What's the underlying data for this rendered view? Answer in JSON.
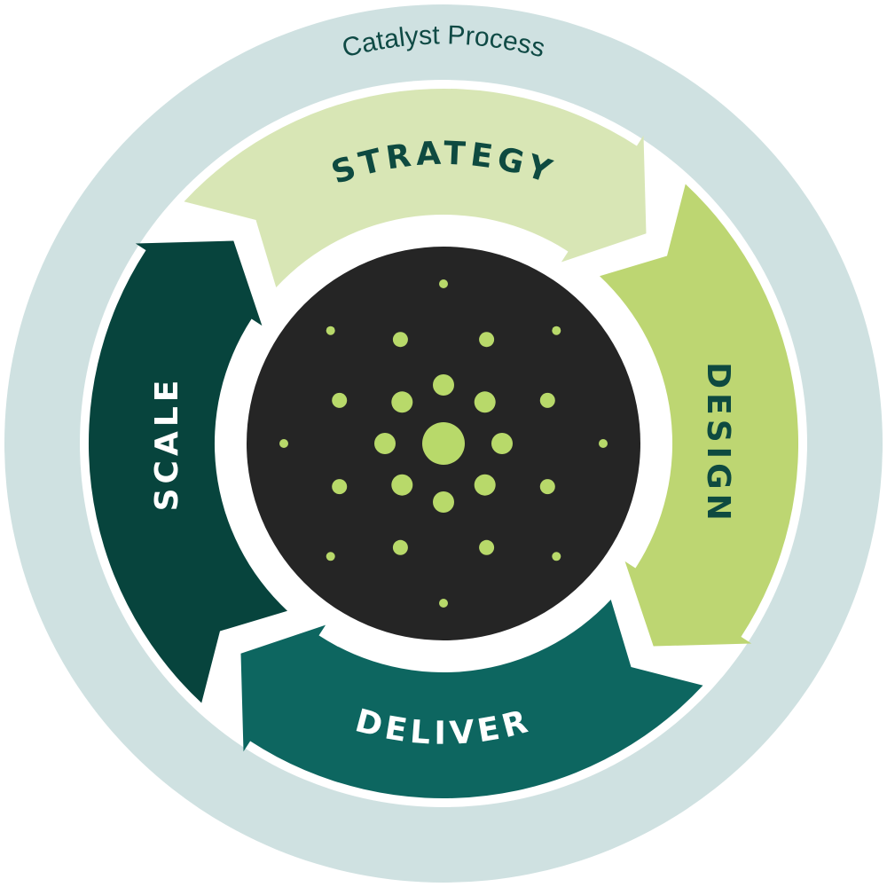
{
  "title": "Catalyst Process",
  "stages": [
    {
      "label": "STRATEGY",
      "color": "#d8e6b5",
      "text_color": "#0e4a40"
    },
    {
      "label": "DESIGN",
      "color": "#bdd672",
      "text_color": "#0e4a40"
    },
    {
      "label": "DELIVER",
      "color": "#0d6660",
      "text_color": "#ffffff"
    },
    {
      "label": "SCALE",
      "color": "#07443d",
      "text_color": "#ffffff"
    }
  ],
  "colors": {
    "outer_ring": "#cfe1e1",
    "title_text": "#0f4a45",
    "center_disc": "#252525",
    "dots": "#b8d96a"
  },
  "center_icon": "radial-dot-burst-icon"
}
